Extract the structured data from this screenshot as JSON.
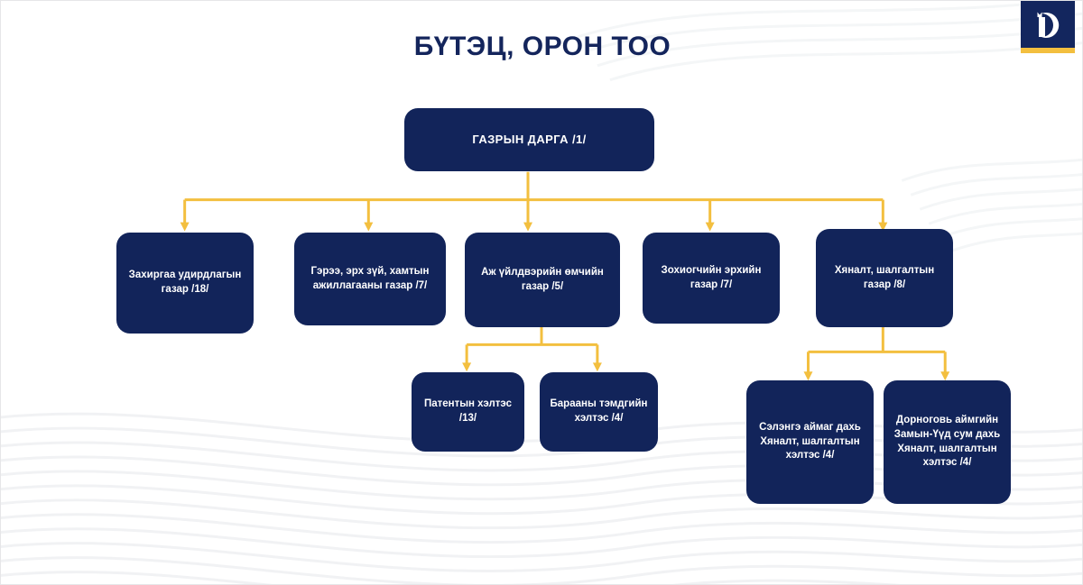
{
  "slide": {
    "title": "БҮТЭЦ, ОРОН ТОО",
    "logo_alt": "ip-office-logo",
    "colors": {
      "navy": "#12245a",
      "title_navy": "#14255c",
      "connector_gold": "#f3bf3f",
      "logo_bar": "#f3bf3f",
      "background": "#ffffff",
      "node_text": "#ffffff"
    }
  },
  "chart_data": {
    "type": "org-chart",
    "title": "БҮТЭЦ, ОРОН ТОО",
    "orientation": "top-down",
    "levels": 3,
    "nodes": [
      {
        "id": "root",
        "label": "ГАЗРЫН ДАРГА /1/",
        "headcount": 1,
        "level": 0,
        "parent": null
      },
      {
        "id": "n1",
        "label": "Захиргаа удирдлагын газар /18/",
        "headcount": 18,
        "level": 1,
        "parent": "root"
      },
      {
        "id": "n2",
        "label": "Гэрээ, эрх зүй, хамтын ажиллагааны газар /7/",
        "headcount": 7,
        "level": 1,
        "parent": "root"
      },
      {
        "id": "n3",
        "label": "Аж үйлдвэрийн өмчийн газар /5/",
        "headcount": 5,
        "level": 1,
        "parent": "root"
      },
      {
        "id": "n4",
        "label": "Зохиогчийн эрхийн газар /7/",
        "headcount": 7,
        "level": 1,
        "parent": "root"
      },
      {
        "id": "n5",
        "label": "Хяналт, шалгалтын газар /8/",
        "headcount": 8,
        "level": 1,
        "parent": "root"
      },
      {
        "id": "n3a",
        "label": "Патентын хэлтэс /13/",
        "headcount": 13,
        "level": 2,
        "parent": "n3"
      },
      {
        "id": "n3b",
        "label": "Барааны тэмдгийн хэлтэс /4/",
        "headcount": 4,
        "level": 2,
        "parent": "n3"
      },
      {
        "id": "n5a",
        "label": "Сэлэнгэ аймаг дахь Хяналт, шалгалтын хэлтэс /4/",
        "headcount": 4,
        "level": 2,
        "parent": "n5"
      },
      {
        "id": "n5b",
        "label": "Дорноговь аймгийн Замын-Үүд сум дахь Хяналт, шалгалтын хэлтэс /4/",
        "headcount": 4,
        "level": 2,
        "parent": "n5"
      }
    ]
  }
}
